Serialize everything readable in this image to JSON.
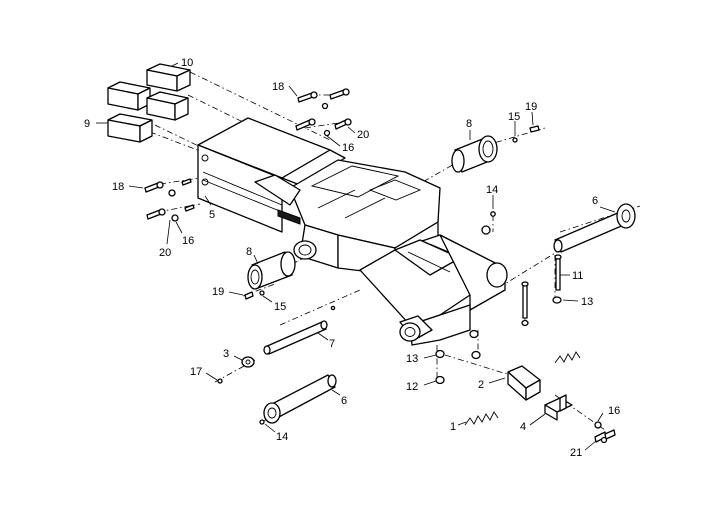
{
  "callouts": [
    {
      "id": "c10",
      "text": "10"
    },
    {
      "id": "c9",
      "text": "9"
    },
    {
      "id": "c18a",
      "text": "18"
    },
    {
      "id": "c20a",
      "text": "20"
    },
    {
      "id": "c16a",
      "text": "16"
    },
    {
      "id": "c8a",
      "text": "8"
    },
    {
      "id": "c15a",
      "text": "15"
    },
    {
      "id": "c19a",
      "text": "19"
    },
    {
      "id": "c18b",
      "text": "18"
    },
    {
      "id": "c5",
      "text": "5"
    },
    {
      "id": "c20b",
      "text": "20"
    },
    {
      "id": "c16b",
      "text": "16"
    },
    {
      "id": "c14a",
      "text": "14"
    },
    {
      "id": "c6a",
      "text": "6"
    },
    {
      "id": "c8b",
      "text": "8"
    },
    {
      "id": "c19b",
      "text": "19"
    },
    {
      "id": "c15b",
      "text": "15"
    },
    {
      "id": "c11",
      "text": "11"
    },
    {
      "id": "c13a",
      "text": "13"
    },
    {
      "id": "c3",
      "text": "3"
    },
    {
      "id": "c7",
      "text": "7"
    },
    {
      "id": "c17",
      "text": "17"
    },
    {
      "id": "c6b",
      "text": "6"
    },
    {
      "id": "c14b",
      "text": "14"
    },
    {
      "id": "c13b",
      "text": "13"
    },
    {
      "id": "c12",
      "text": "12"
    },
    {
      "id": "c2",
      "text": "2"
    },
    {
      "id": "c1",
      "text": "1"
    },
    {
      "id": "c4",
      "text": "4"
    },
    {
      "id": "c16c",
      "text": "16"
    },
    {
      "id": "c21",
      "text": "21"
    }
  ]
}
